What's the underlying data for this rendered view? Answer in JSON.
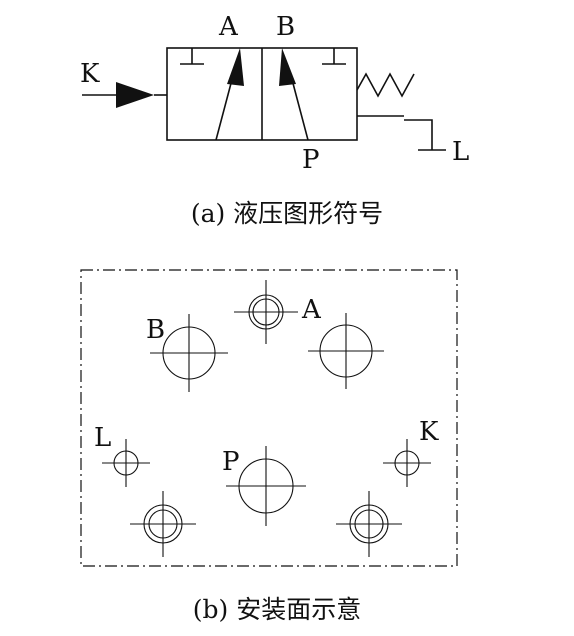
{
  "symbol": {
    "labels": {
      "k": "K",
      "a": "A",
      "b": "B",
      "p": "P",
      "l": "L"
    },
    "caption": "(a) 液压图形符号"
  },
  "mounting": {
    "labels": {
      "a": "A",
      "b": "B",
      "l": "L",
      "k": "K",
      "p": "P"
    },
    "caption": "(b) 安装面示意"
  }
}
